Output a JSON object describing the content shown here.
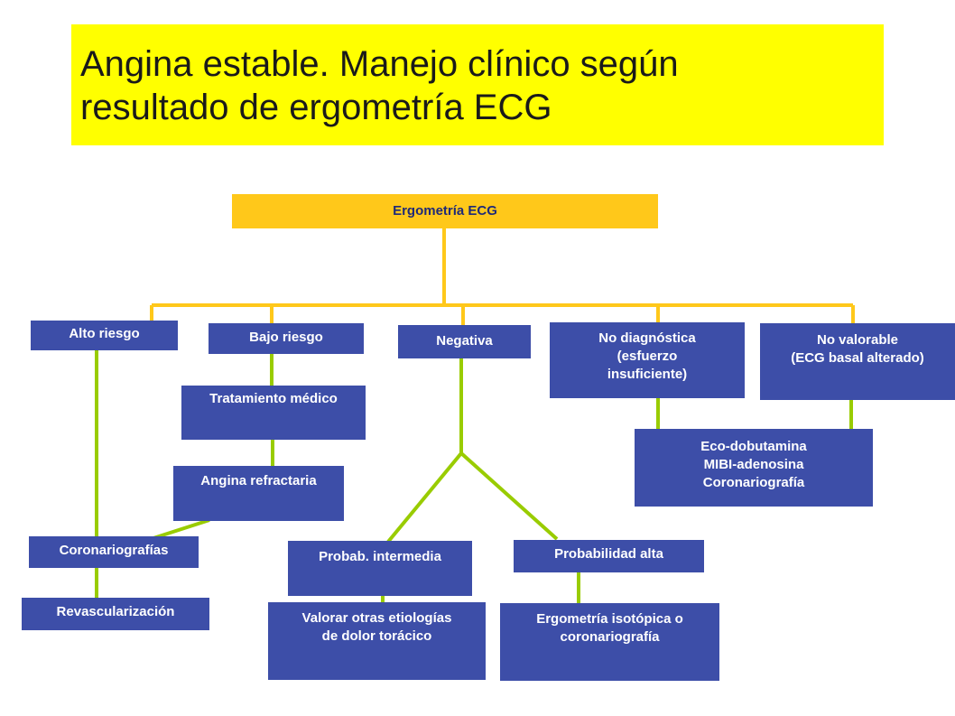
{
  "title": "Angina estable. Manejo clínico según\nresultado de ergometría ECG",
  "colors": {
    "title_bg": "#ffff00",
    "root_bg": "#ffc81a",
    "node_bg": "#3d4ea8",
    "root_connector": "#ffc81a",
    "branch_connector": "#99cc00"
  },
  "root": "Ergometría ECG",
  "nodes": {
    "alto_riesgo": "Alto riesgo",
    "bajo_riesgo": "Bajo riesgo",
    "negativa": "Negativa",
    "no_diagnostica": "No diagnóstica\n(esfuerzo\ninsuficiente)",
    "no_valorable": "No valorable\n(ECG basal alterado)",
    "tratamiento_medico": "Tratamiento médico",
    "angina_refractaria": "Angina refractaria",
    "eco_dobutamina": "Eco-dobutamina\nMIBI-adenosina\nCoronariografía",
    "coronariografias": "Coronariografías",
    "revascularizacion": "Revascularización",
    "probab_intermedia": "Probab. intermedia",
    "probabilidad_alta": "Probabilidad alta",
    "valorar_otras": "Valorar otras etiologías\nde dolor torácico",
    "ergometria_isotopica": "Ergometría isotópica o\ncoronariografía"
  }
}
